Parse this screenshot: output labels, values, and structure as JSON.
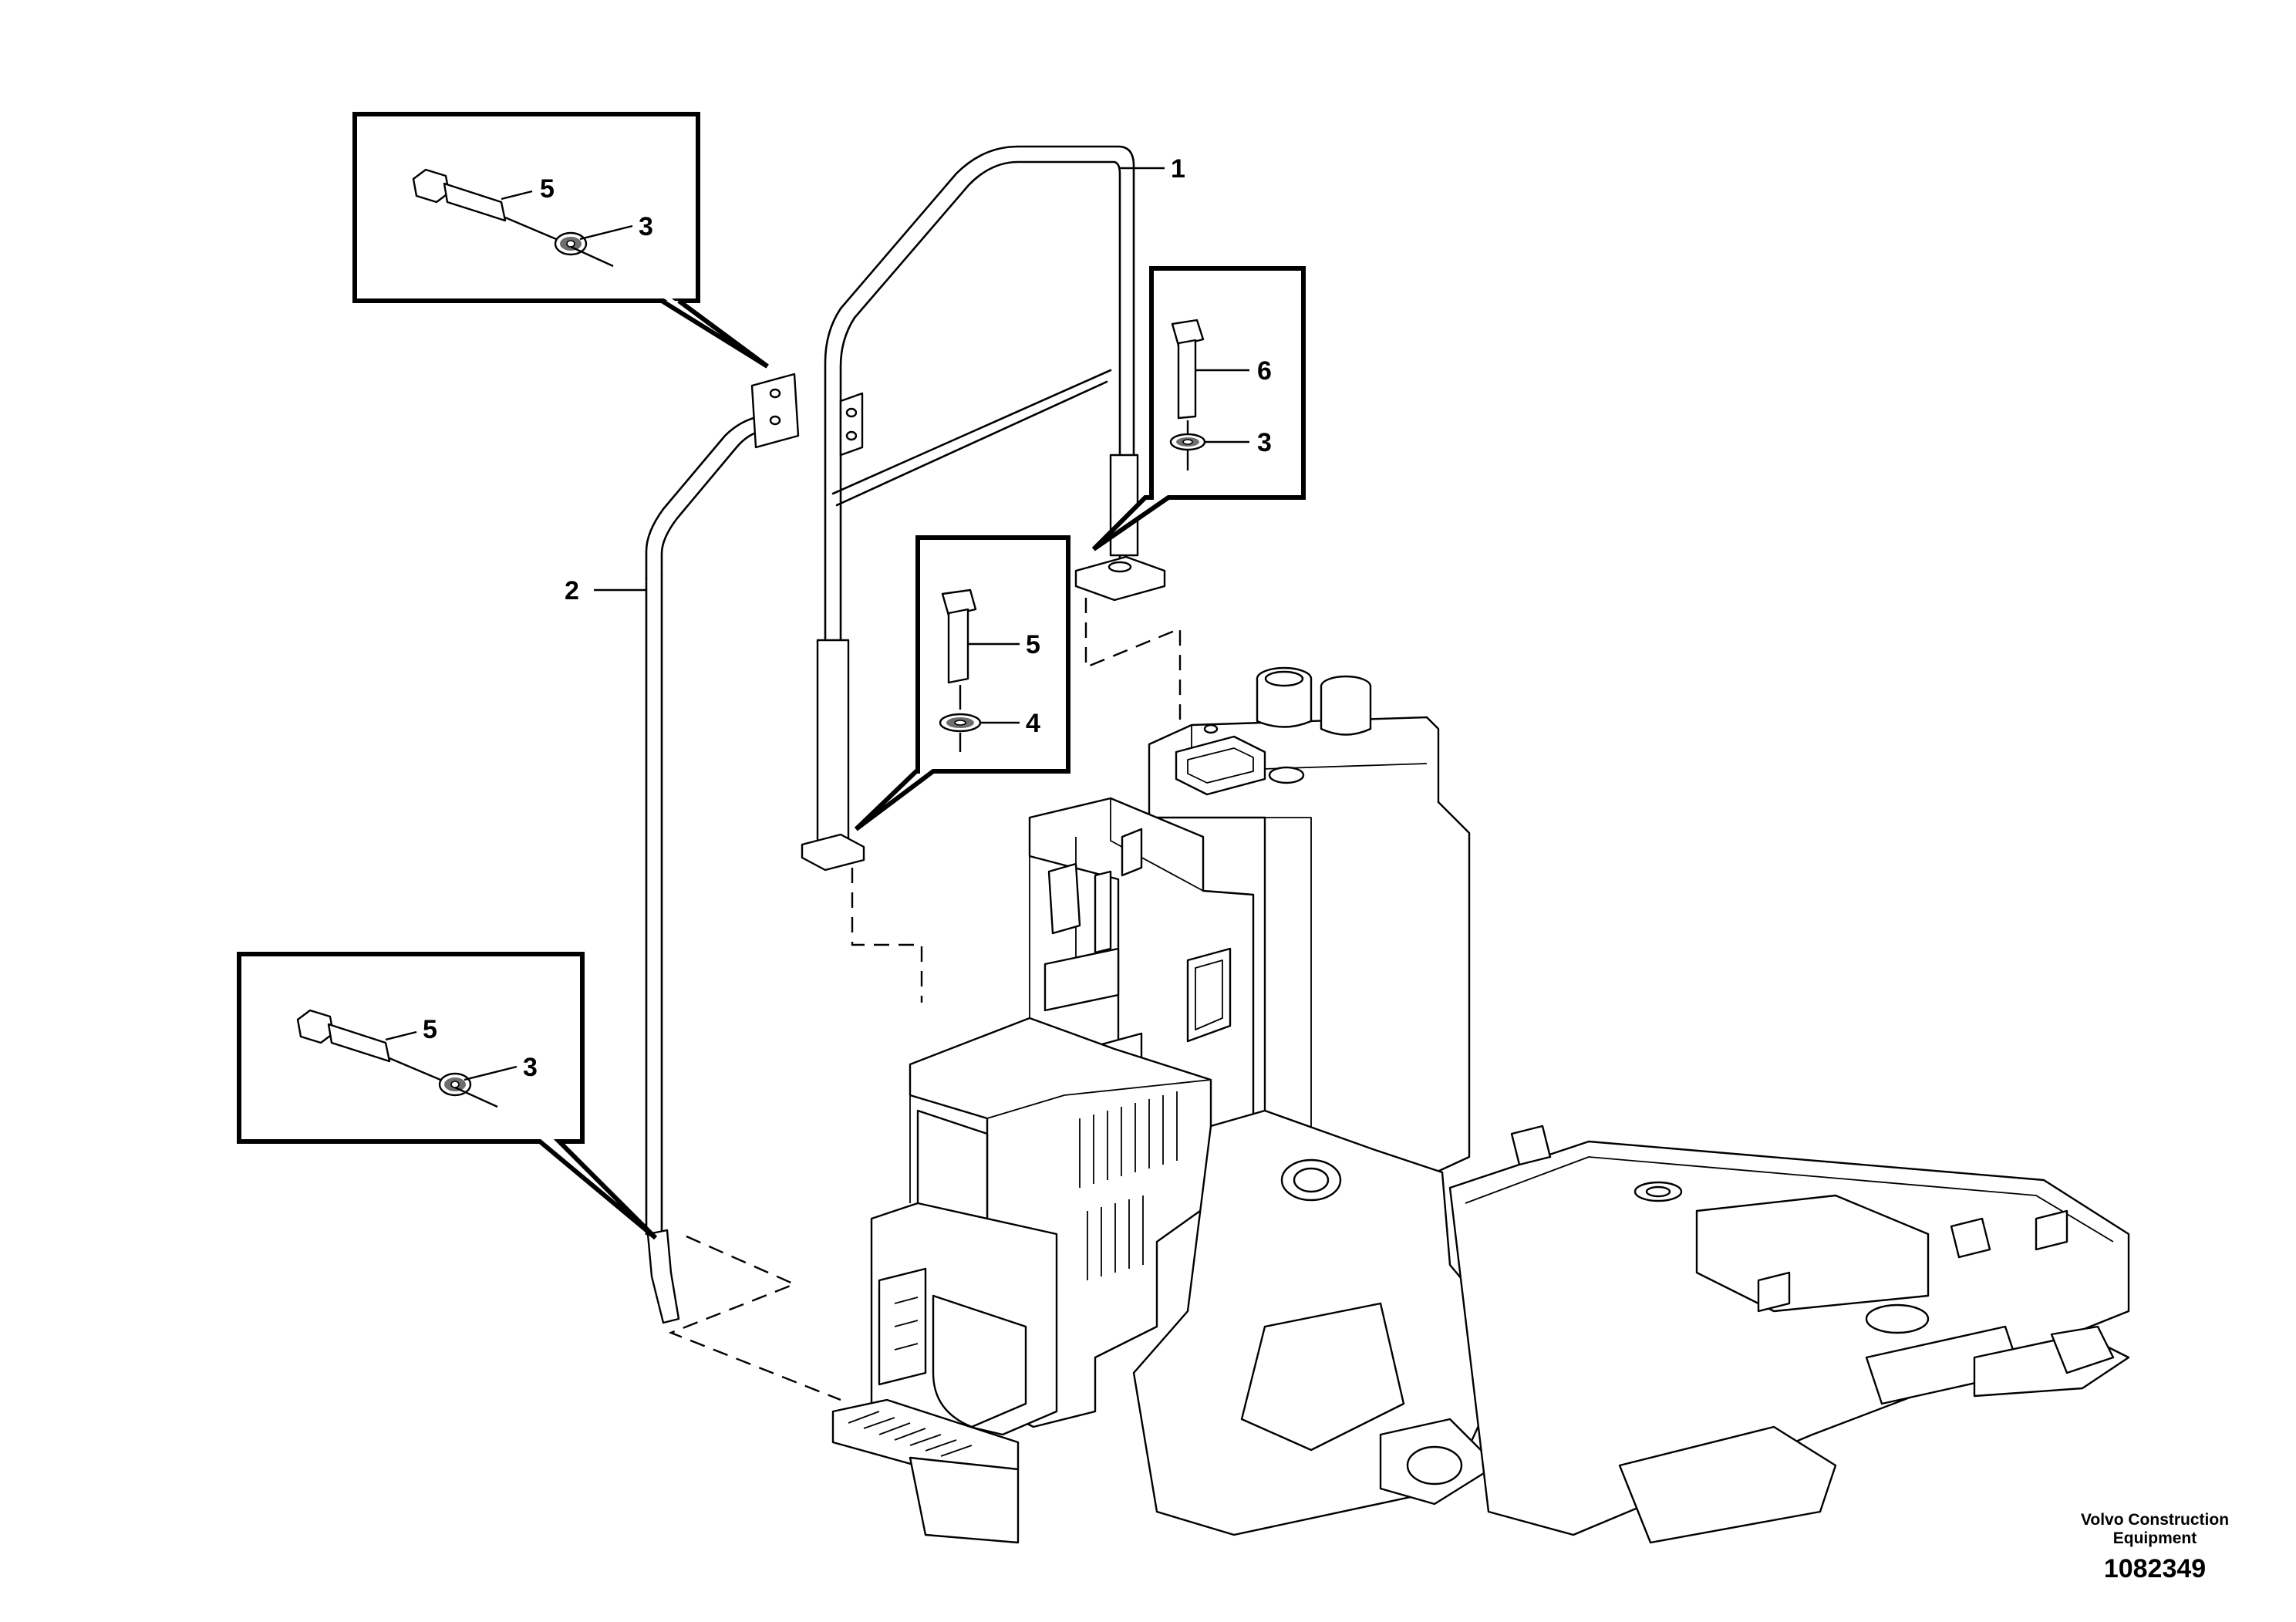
{
  "callouts": {
    "item_1": "1",
    "item_2": "2",
    "inset_a": {
      "bolt": "5",
      "washer": "3"
    },
    "inset_b": {
      "bolt": "6",
      "washer": "3"
    },
    "inset_c": {
      "bolt": "5",
      "washer": "4"
    },
    "inset_d": {
      "bolt": "5",
      "washer": "3"
    }
  },
  "footer": {
    "line1": "Volvo Construction",
    "line2": "Equipment",
    "number": "1082349"
  }
}
